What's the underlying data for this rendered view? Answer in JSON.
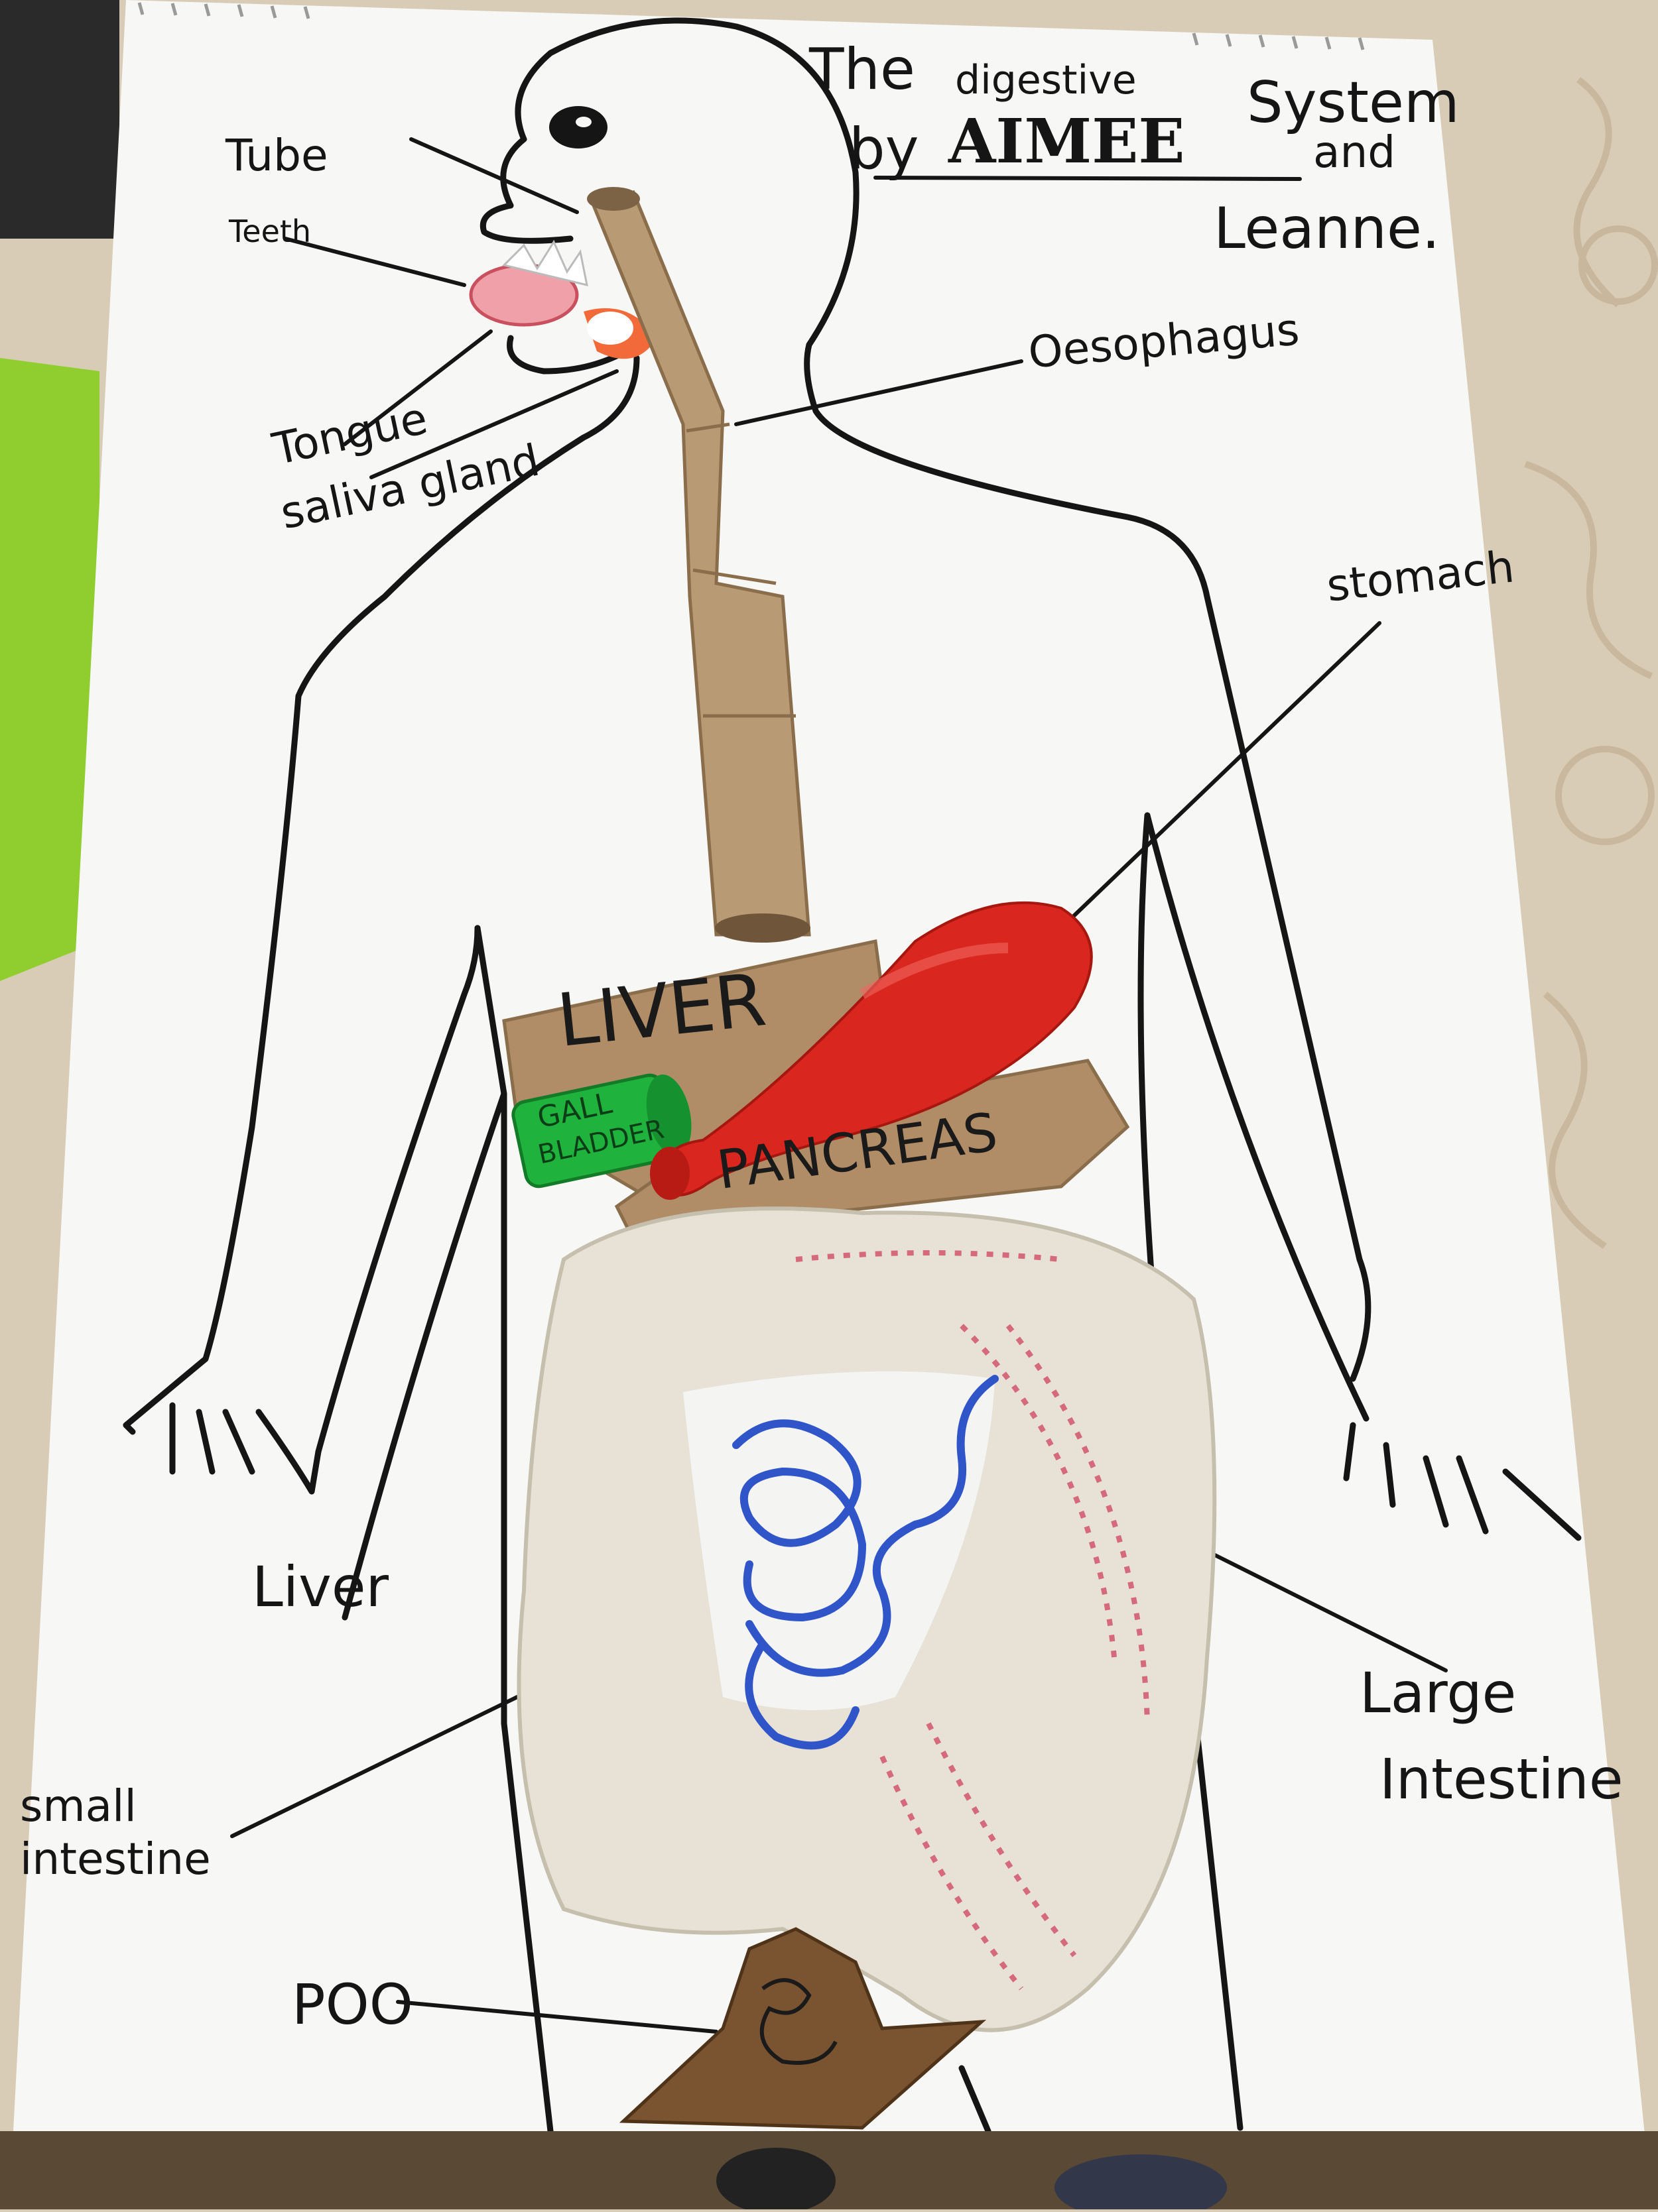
{
  "poster": {
    "title": {
      "line1_the": "The",
      "line1_digestive": "digestive",
      "line1_system": "System",
      "line2_by": "by",
      "line2_name1": "AIMEE",
      "line2_and": "and",
      "line3_name2": "Leanne."
    },
    "labels": {
      "tube_head": "Tube",
      "teeth": "Teeth",
      "tongue": "Tongue",
      "saliva_gland": "saliva gland",
      "oesophagus": "Oesophagus",
      "stomach": "stomach",
      "liver_side": "Liver",
      "small_intestine_line1": "small",
      "small_intestine_line2": "intestine",
      "large_intestine_line1": "Large",
      "large_intestine_line2": "Intestine",
      "poo": "POO"
    },
    "organs": {
      "liver_card": "LIVER",
      "gall_bladder_line1": "GALL",
      "gall_bladder_line2": "BLADDER",
      "pancreas_card": "PANCREAS"
    }
  },
  "colors": {
    "table": "#d9ccb6",
    "paper": "#f7f7f5",
    "ink": "#151515",
    "cardboard": "#b08d67",
    "balloon_red": "#d9261f",
    "gall_green": "#1fb23c",
    "yarn_blue": "#2f55c8",
    "cloth": "#e8e2d6",
    "cloth_stitch": "#d56a7d",
    "green_folder": "#8fce2e"
  }
}
